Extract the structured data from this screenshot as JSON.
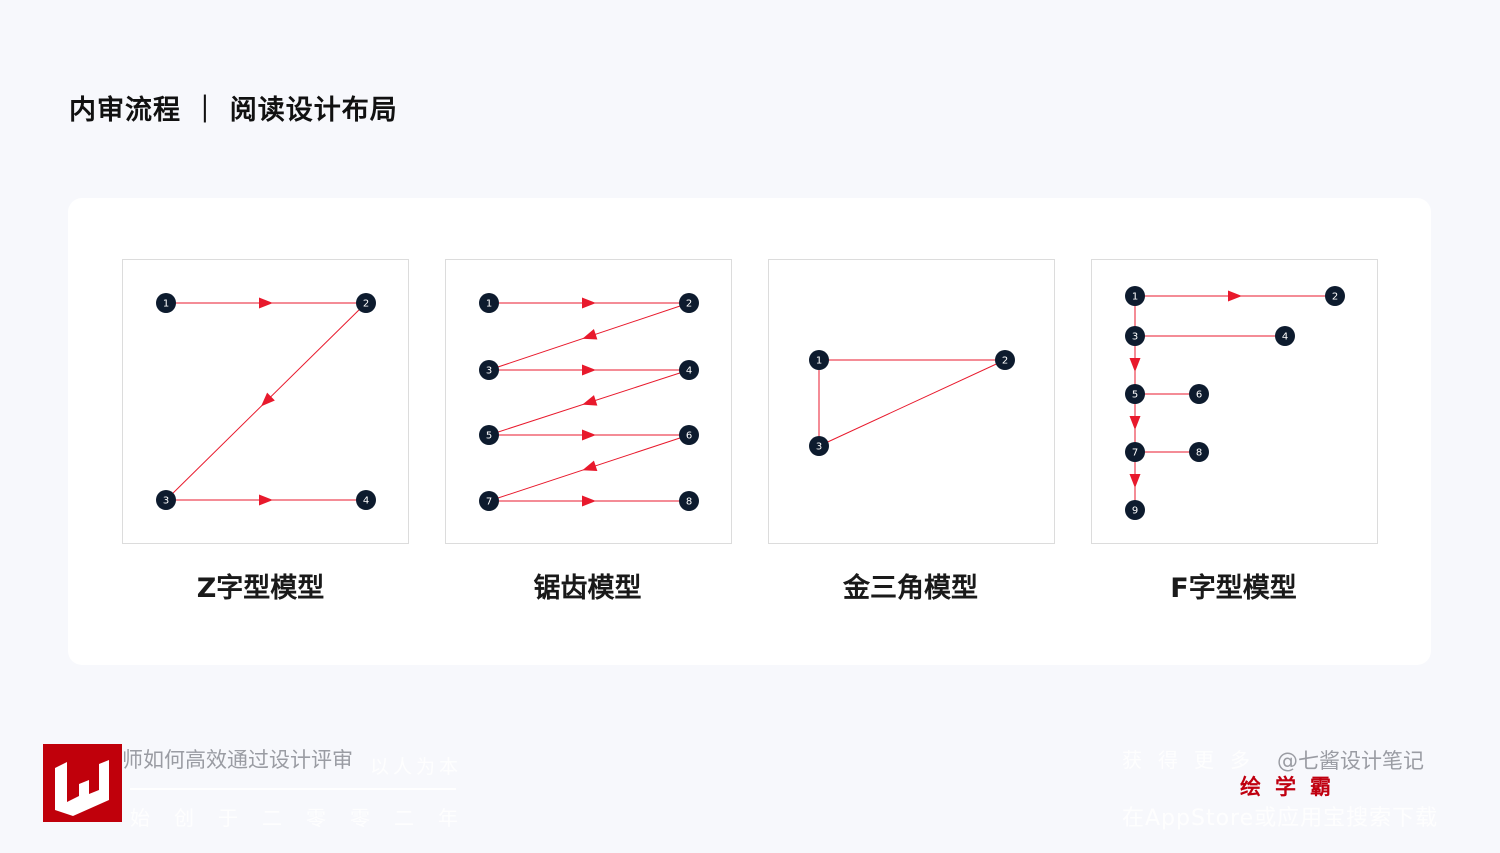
{
  "header": {
    "title": "内审流程 ｜ 阅读设计布局"
  },
  "models": [
    {
      "caption": "Z字型模型",
      "nodes": [
        "1",
        "2",
        "3",
        "4"
      ]
    },
    {
      "caption": "锯齿模型",
      "nodes": [
        "1",
        "2",
        "3",
        "4",
        "5",
        "6",
        "7",
        "8"
      ]
    },
    {
      "caption": "金三角模型",
      "nodes": [
        "1",
        "2",
        "3"
      ]
    },
    {
      "caption": "F字型模型",
      "nodes": [
        "1",
        "2",
        "3",
        "4",
        "5",
        "6",
        "7",
        "8",
        "9"
      ]
    }
  ],
  "colors": {
    "line": "#e8192c",
    "node": "#0d1b2e"
  },
  "watermark": {
    "left_text": "师如何高效通过设计评审",
    "left_faint": "以人为本",
    "left_bottom": "始创于二零零二年",
    "right_top": "@七酱设计笔记",
    "right_faint": "获得更多",
    "brand": "绘学霸",
    "right_bottom": "在AppStore或应用宝搜索下载"
  }
}
